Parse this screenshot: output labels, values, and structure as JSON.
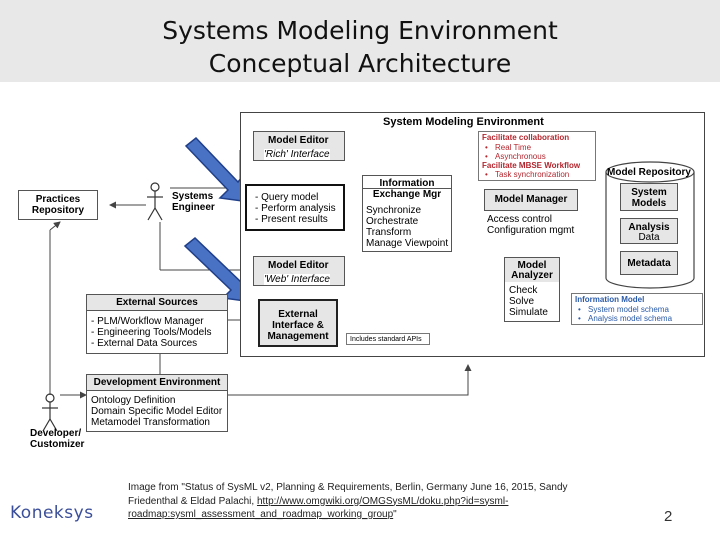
{
  "title": {
    "line1": "Systems Modeling Environment",
    "line2": "Conceptual Architecture"
  },
  "diagram": {
    "environment_title": "System Modeling Environment",
    "model_editor_rich": {
      "title": "Model Editor",
      "subtitle": "'Rich' Interface"
    },
    "query_box": {
      "items": [
        "- Query model",
        "- Perform analysis",
        "- Present results"
      ]
    },
    "model_editor_web": {
      "title": "Model Editor",
      "subtitle": "'Web' Interface"
    },
    "external_interface": {
      "lines": [
        "External",
        "Interface &",
        "Management"
      ]
    },
    "standard_apis_note": "Includes standard APIs",
    "collaboration_note": {
      "heading1": "Facilitate collaboration",
      "items1": [
        "Real Time",
        "Asynchronous"
      ],
      "heading2": "Facilitate MBSE Workflow",
      "items2": [
        "Task synchronization"
      ]
    },
    "info_exchange": {
      "title_line1": "Information",
      "title_line2": "Exchange Mgr",
      "items": [
        "Synchronize",
        "Orchestrate",
        "Transform",
        "Manage Viewpoint"
      ]
    },
    "model_manager": {
      "title": "Model Manager",
      "items": [
        "Access control",
        "Configuration mgmt"
      ]
    },
    "model_analyzer": {
      "title_line1": "Model",
      "title_line2": "Analyzer",
      "items": [
        "Check",
        "Solve",
        "Simulate"
      ]
    },
    "model_repository": {
      "title": "Model Repository",
      "system_models": [
        "System",
        "Models"
      ],
      "analysis": [
        "Analysis",
        "Data"
      ],
      "metadata": "Metadata"
    },
    "information_model": {
      "title": "Information Model",
      "items": [
        "System model schema",
        "Analysis model schema"
      ]
    },
    "practices_repository": [
      "Practices",
      "Repository"
    ],
    "systems_engineer": [
      "Systems",
      "Engineer"
    ],
    "external_sources": {
      "title": "External Sources",
      "items": [
        "- PLM/Workflow Manager",
        "- Engineering Tools/Models",
        "- External Data Sources"
      ]
    },
    "development_env": {
      "title": "Development Environment",
      "items": [
        "Ontology Definition",
        "Domain Specific Model Editor",
        "Metamodel Transformation"
      ]
    },
    "developer": [
      "Developer/",
      "Customizer"
    ]
  },
  "caption": {
    "text_before_link": "Image from \"Status of SysML v2, Planning & Requirements, Berlin, Germany June 16, 2015, Sandy Friedenthal & Eldad Palachi, ",
    "link": "http://www.omgwiki.org/OMGSysML/doku.php?id=sysml-roadmap:sysml_assessment_and_roadmap_working_group",
    "text_after_link": "\""
  },
  "logo": "Koneksys",
  "page_number": "2",
  "colors": {
    "accent_blue": "#2a5aa8",
    "accent_red": "#b3262e",
    "arrow_blue": "#4a72c4"
  }
}
